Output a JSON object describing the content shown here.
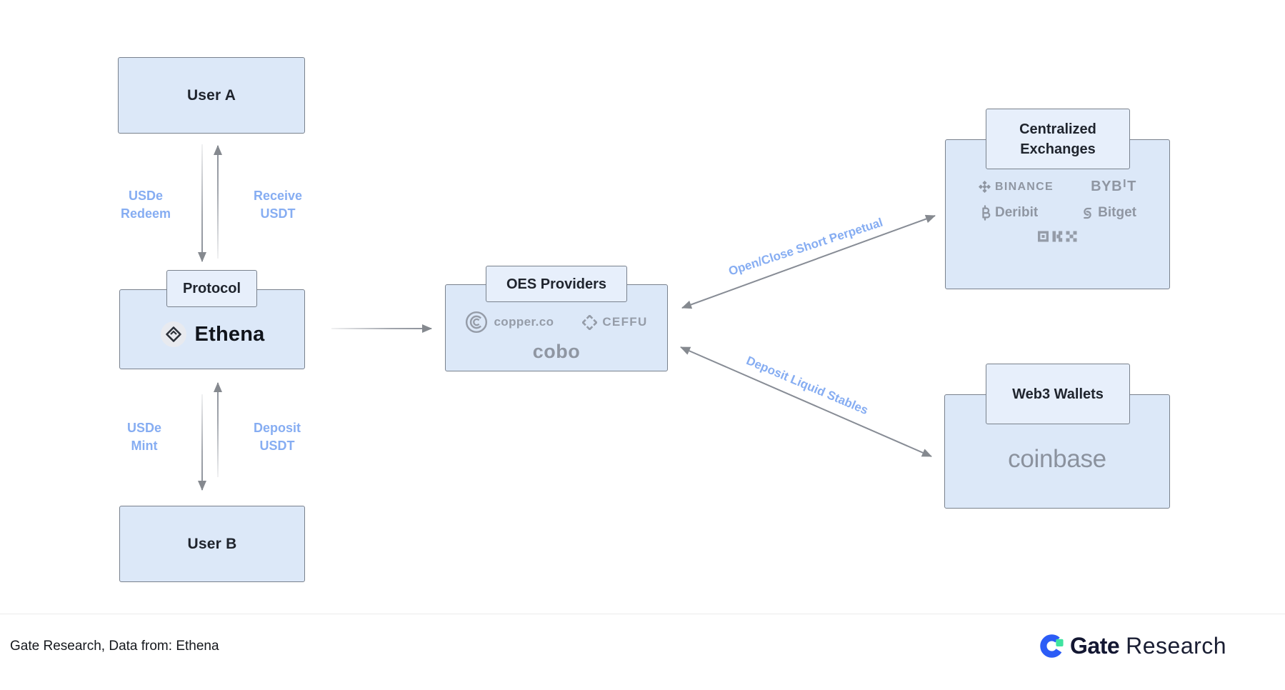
{
  "colors": {
    "box_fill": "#dce8f8",
    "tag_fill": "#e7effb",
    "box_border": "#79818d",
    "arrow_gray": "#878c95",
    "edge_label_blue": "#86adf2",
    "logo_gray": "#8f96a2",
    "gate_blue": "#2c5cf6",
    "gate_green": "#3fe3a0"
  },
  "nodes": {
    "user_a": {
      "label": "User A"
    },
    "protocol": {
      "tag": "Protocol",
      "name": "Ethena"
    },
    "user_b": {
      "label": "User B"
    },
    "oes": {
      "tag": "OES Providers",
      "copper": "copper.co",
      "ceffu": "CEFFU",
      "cobo": "cobo"
    },
    "cex": {
      "tag_line1": "Centralized",
      "tag_line2": "Exchanges",
      "binance": "BINANCE",
      "bybit_pre": "BYB",
      "bybit_bar": "I",
      "bybit_post": "T",
      "deribit": "Deribit",
      "bitget": "Bitget"
    },
    "web3": {
      "tag": "Web3 Wallets",
      "coinbase": "coinbase"
    }
  },
  "edges": {
    "usde_redeem": {
      "line1": "USDe",
      "line2": "Redeem"
    },
    "receive_usdt": {
      "line1": "Receive",
      "line2": "USDT"
    },
    "usde_mint": {
      "line1": "USDe",
      "line2": "Mint"
    },
    "deposit_usdt": {
      "line1": "Deposit",
      "line2": "USDT"
    },
    "open_close": "Open/Close Short Perpetual",
    "deposit_stables": "Deposit Liquid Stables"
  },
  "icons": {
    "ethena_logo": "dark-diamond-glyph-in-gray-circle",
    "copper_logo": "concentric-c-in-circle",
    "ceffu_logo": "four-corner-bracket-diamond",
    "binance_logo": "five-diamond-mark",
    "deribit_logo": "bitcoin-b-mark",
    "bitget_logo": "interlocked-s-arrows",
    "okx_logo": "pixel-okx-blocks",
    "gate_logo": "blue-g-ring-with-green-square"
  },
  "footer": {
    "source": "Gate Research, Data from: Ethena",
    "brand_bold": "Gate",
    "brand_regular": "Research"
  }
}
